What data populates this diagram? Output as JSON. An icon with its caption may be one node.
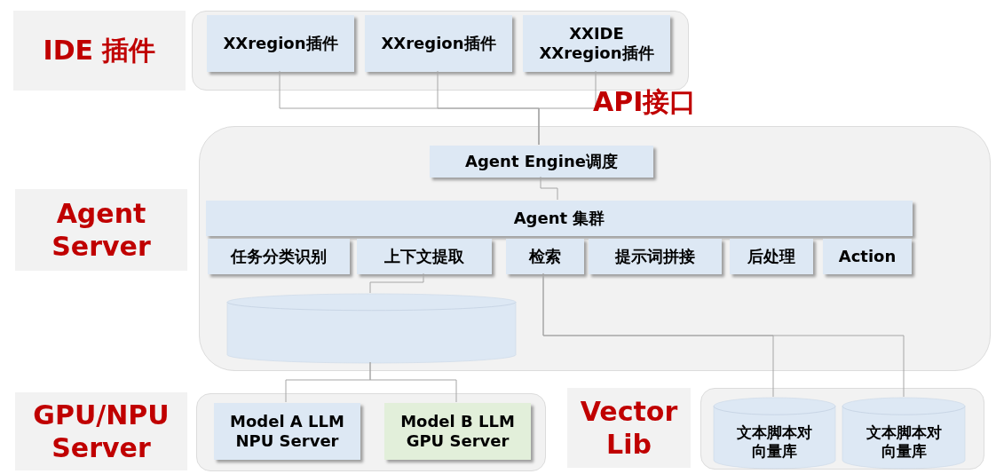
{
  "diagram": {
    "nodes": [
      {
        "text": [
          "IDE 插件"
        ]
      },
      {
        "text": [],
        "shape": "box"
      },
      {
        "text": [
          "XXregion插件"
        ],
        "in": 1
      },
      {
        "text": [
          "XXregion插件"
        ],
        "in": 1
      },
      {
        "text": [
          "XXIDE XXregion插件"
        ],
        "in": 1
      },
      {
        "text": [
          "Agent Server"
        ]
      },
      {
        "text": [],
        "shape": "box"
      },
      {
        "text": [
          "Agent Engine调度"
        ],
        "in": 6
      },
      {
        "text": [
          "Agent 集群"
        ],
        "in": 6
      },
      {
        "text": [
          "任务分类识别"
        ],
        "in": 6
      },
      {
        "text": [
          "上下文提取"
        ],
        "in": 6
      },
      {
        "text": [
          "检索"
        ],
        "in": 6
      },
      {
        "text": [
          "提示词拼接"
        ],
        "in": 6
      },
      {
        "text": [
          "后处理"
        ],
        "in": 6
      },
      {
        "text": [
          "Action"
        ],
        "in": 6
      },
      {
        "text": [],
        "shape": "cylinder",
        "in": 6
      },
      {
        "text": [
          "GPU/NPU Server"
        ]
      },
      {
        "text": [],
        "shape": "box"
      },
      {
        "text": [
          "Model A LLM NPU Server"
        ],
        "in": 17
      },
      {
        "text": [
          "Model B LLM GPU Server"
        ],
        "in": 17
      },
      {
        "text": [
          "Vector Lib"
        ]
      },
      {
        "text": [],
        "shape": "box"
      },
      {
        "text": [
          "文本脚本对向量库"
        ],
        "in": 21
      },
      {
        "text": [
          "文本脚本对向量库"
        ],
        "in": 21
      }
    ],
    "edges": [
      {
        "from": 2,
        "to": 7,
        "arrow": "none"
      },
      {
        "from": 3,
        "to": 7,
        "arrow": "none"
      },
      {
        "from": 4,
        "to": 7,
        "arrow": "none"
      },
      {
        "from": 7,
        "to": 8,
        "arrow": "none"
      },
      {
        "from": 10,
        "to": 15,
        "arrow": "none"
      },
      {
        "from": 15,
        "to": 18,
        "arrow": "none"
      },
      {
        "from": 15,
        "to": 19,
        "arrow": "none"
      },
      {
        "from": 11,
        "to": 22,
        "arrow": "none"
      },
      {
        "from": 11,
        "to": 23,
        "arrow": "none"
      }
    ],
    "labels": [
      "API接口"
    ]
  }
}
